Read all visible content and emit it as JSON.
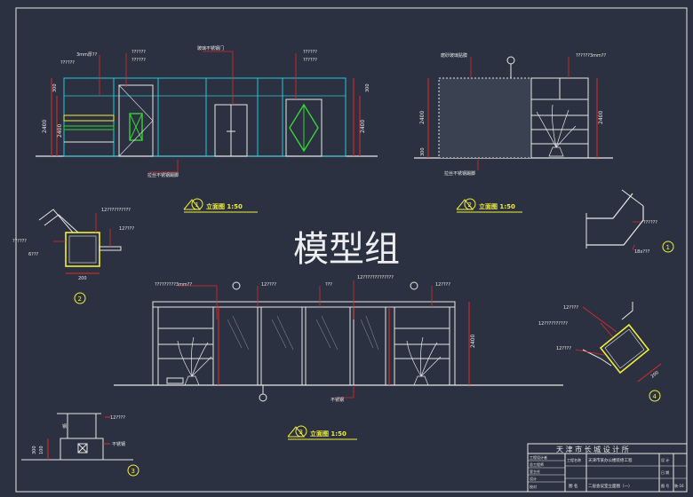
{
  "colors": {
    "background": "#2b3140",
    "line_white": "#e8e8e8",
    "line_cyan": "#27c7d6",
    "line_green": "#37d337",
    "line_yellow": "#f0ee3a",
    "line_red": "#e02a2a",
    "line_magenta": "#d84ad8",
    "text_label": "#e8e8e8"
  },
  "watermark": "模型组",
  "elevation_1": {
    "labels": {
      "top_left_a": "3mm厚??",
      "top_left_b": "??????",
      "top_mid_a": "??????",
      "top_mid_b": "??????",
      "top_center": "玻璃不锈钢门",
      "top_right_a": "??????",
      "top_right_b": "??????",
      "bottom": "拉丝不锈钢踢脚"
    },
    "dims": {
      "d1": "2400",
      "d2": "2400",
      "d3": "300",
      "d4": "2400",
      "d5": "300"
    },
    "caption": {
      "num": "1",
      "title": "立面图 1:50"
    }
  },
  "elevation_2": {
    "labels": {
      "top_left": "磨砂玻璃贴膜",
      "top_right": "??????3mm??",
      "bottom": "拉丝不锈钢踢脚"
    },
    "dims": {
      "d1": "2400",
      "d2": "300",
      "d3": "2400"
    },
    "caption": {
      "num": "2",
      "title": "立面图 1:50"
    }
  },
  "detail_2": {
    "labels": {
      "top": "12??????????",
      "left_a": "??????",
      "left_b": "6???",
      "right": "12????"
    },
    "dims": {
      "width": "200"
    },
    "marker": "2"
  },
  "detail_1": {
    "labels": {
      "right_a": "??????",
      "right_b": "18x???"
    },
    "marker": "1"
  },
  "elevation_3": {
    "labels": {
      "t1": "?????????3mm??",
      "t2": "12????",
      "t3": "???",
      "t4": "12?????????????",
      "t5": "12????",
      "bottom": "不锈钢"
    },
    "dims": {
      "d1": "2400"
    },
    "caption": {
      "num": "3",
      "title": "立面图 1:50"
    }
  },
  "detail_4": {
    "labels": {
      "l1": "12????",
      "l2": "12??????????",
      "l3": "12????"
    },
    "dims": {
      "width": "200"
    },
    "marker": "4"
  },
  "detail_3": {
    "labels": {
      "l1": "12????",
      "l2": "不锈钢",
      "l3": "钢"
    },
    "dims": {
      "d1": "100",
      "d2": "300"
    },
    "marker": "3"
  },
  "title_block": {
    "company": "天 津 市 长 城 设 计 所",
    "left_rows": [
      "工程设计者",
      "总工程师",
      "室主任",
      "设计",
      "校对"
    ],
    "project_label": "工程名称",
    "project_name": "天津市某办公楼装修工程",
    "drawing_label": "图 名",
    "drawing_name": "二层会议室立面图（一）",
    "sheet_label": "图 号",
    "sheet_value": "装-16",
    "phase_label": "设 计",
    "date_label": "日 期"
  }
}
